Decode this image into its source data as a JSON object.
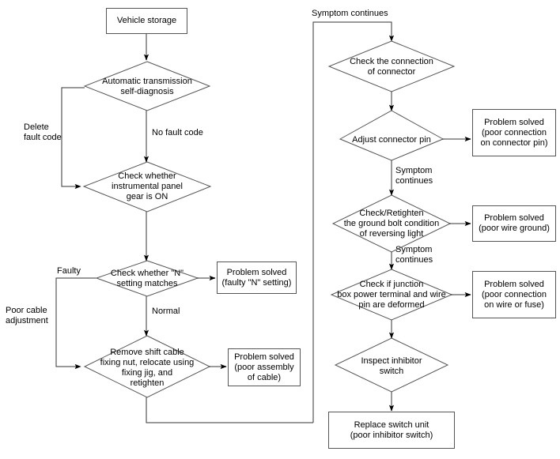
{
  "diagram": {
    "title": "Automatic transmission / reversing light diagnostic flowchart",
    "colors": {
      "connector": "#9a9a9a",
      "outline": "#555555",
      "arrow": "#000000",
      "text": "#000000",
      "background": "#ffffff"
    },
    "nodes": {
      "vehicle_storage": "Vehicle storage",
      "auto_trans_self_diag": "Automatic transmission\nself-diagnosis",
      "check_instrumental_panel": "Check whether\ninstrumental panel\ngear is ON",
      "check_n_setting": "Check whether \"N\"\nsetting matches",
      "solved_n_setting": "Problem solved\n(faulty \"N\" setting)",
      "remove_shift_cable": "Remove shift cable\nfixing nut, relocate using\nfixing jig, and\nretighten",
      "solved_cable_assembly": "Problem solved\n(poor assembly\nof cable)",
      "check_connector_connection": "Check the connection\nof connector",
      "adjust_connector_pin": "Adjust connector pin",
      "solved_connector_pin": "Problem solved\n(poor connection\non connector pin)",
      "check_ground_bolt": "Check/Retighten\nthe ground bolt condition\nof reversing light",
      "solved_wire_ground": "Problem solved\n(poor wire ground)",
      "check_junction_box": "Check if junction\nbox power terminal and wire\npin are deformed",
      "solved_wire_or_fuse": "Problem solved\n(poor connection\non wire or fuse)",
      "inspect_inhibitor_switch": "Inspect inhibitor\nswitch",
      "replace_switch_unit": "Replace switch unit\n(poor inhibitor switch)"
    },
    "edge_labels": {
      "delete_fault_code": "Delete\nfault code",
      "no_fault_code": "No fault code",
      "faulty": "Faulty",
      "poor_cable_adjustment": "Poor cable\nadjustment",
      "normal": "Normal",
      "symptom_continues_top": "Symptom continues",
      "symptom_continues_1": "Symptom\ncontinues",
      "symptom_continues_2": "Symptom\ncontinues"
    }
  }
}
